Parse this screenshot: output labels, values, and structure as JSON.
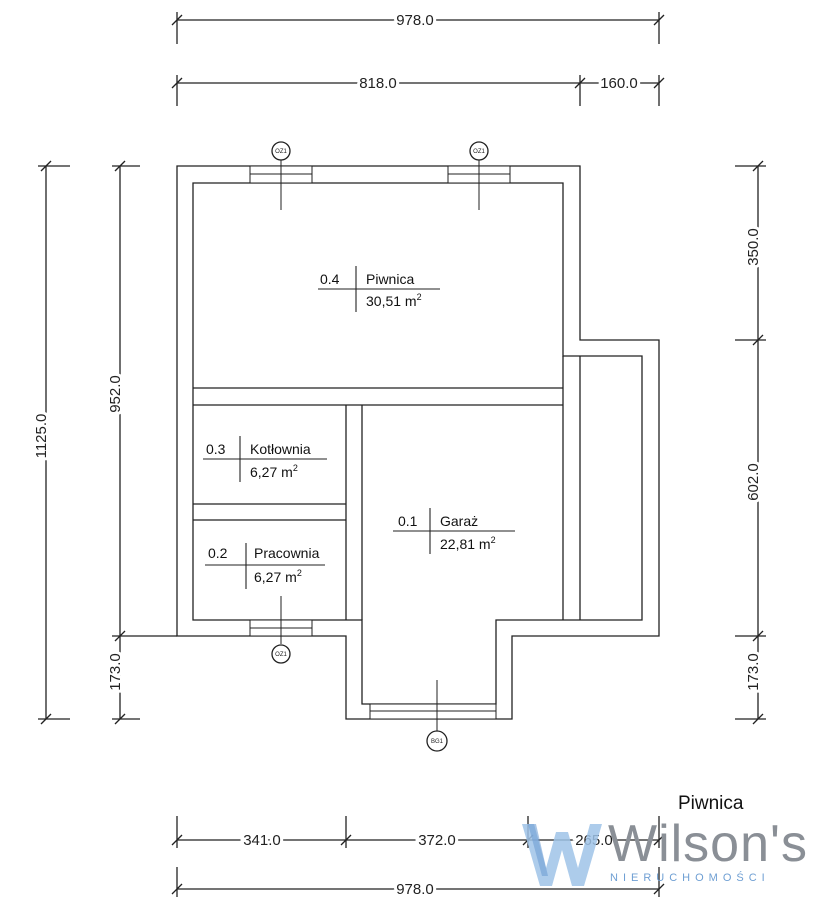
{
  "dimensions": {
    "top_total": "978.0",
    "top_left": "818.0",
    "top_right": "160.0",
    "left_total": "1125.0",
    "left_main": "952.0",
    "left_bottom": "173.0",
    "right_top": "350.0",
    "right_middle": "602.0",
    "right_bottom": "173.0",
    "bottom_1": "341.0",
    "bottom_2": "372.0",
    "bottom_3": "265.0",
    "bottom_total": "978.0"
  },
  "rooms": [
    {
      "number": "0.4",
      "name": "Piwnica",
      "area": "30,51 m",
      "unit_sup": "2"
    },
    {
      "number": "0.3",
      "name": "Kotłownia",
      "area": "6,27 m",
      "unit_sup": "2"
    },
    {
      "number": "0.2",
      "name": "Pracownia",
      "area": "6,27 m",
      "unit_sup": "2"
    },
    {
      "number": "0.1",
      "name": "Garaż",
      "area": "22,81 m",
      "unit_sup": "2"
    }
  ],
  "markers": {
    "window_1": "OZ1",
    "window_2": "OZ1",
    "window_3": "OZ1",
    "gate": "BG1"
  },
  "floor_label": "Piwnica",
  "logo": {
    "word": "Wilson's",
    "subtitle": "NIERUCHOMOŚCI",
    "color_word": "#8a8f96",
    "color_accent": "#6f9fd3"
  }
}
